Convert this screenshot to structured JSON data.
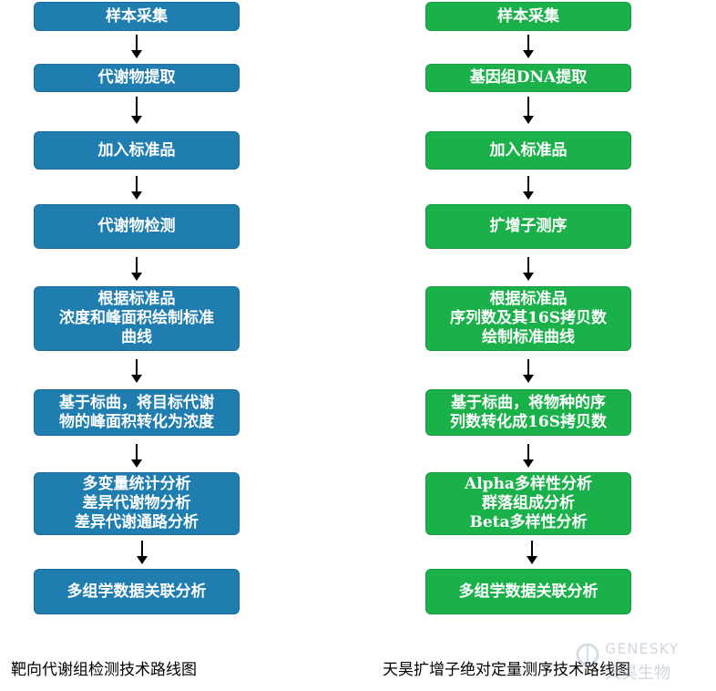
{
  "left_flow": {
    "steps": [
      "样本采集",
      "代谢物提取",
      "加入标准品",
      "代谢物检测",
      "根据标准品\n浓度和峰面积绘制标准\n曲线",
      "基于标曲，将目标代谢\n物的峰面积转化为浓度",
      "多变量统计分析\n差异代谢物分析\n差异代谢通路分析",
      "多组学数据关联分析"
    ],
    "caption": "靶向代谢组检测技术路线图",
    "color": "#1f7db0"
  },
  "right_flow": {
    "steps": [
      "样本采集",
      "基因组DNA提取",
      "加入标准品",
      "扩增子测序",
      "根据标准品\n序列数及其16S拷贝数\n绘制标准曲线",
      "基于标曲，将物种的序\n列数转化成16S拷贝数",
      "Alpha多样性分析\n群落组成分析\nBeta多样性分析",
      "多组学数据关联分析"
    ],
    "caption": "天昊扩增子绝对定量测序技术路线图",
    "color": "#1bb14a"
  },
  "watermark": {
    "brand_en": "GENESKY",
    "brand_cn": "天昊生物"
  }
}
